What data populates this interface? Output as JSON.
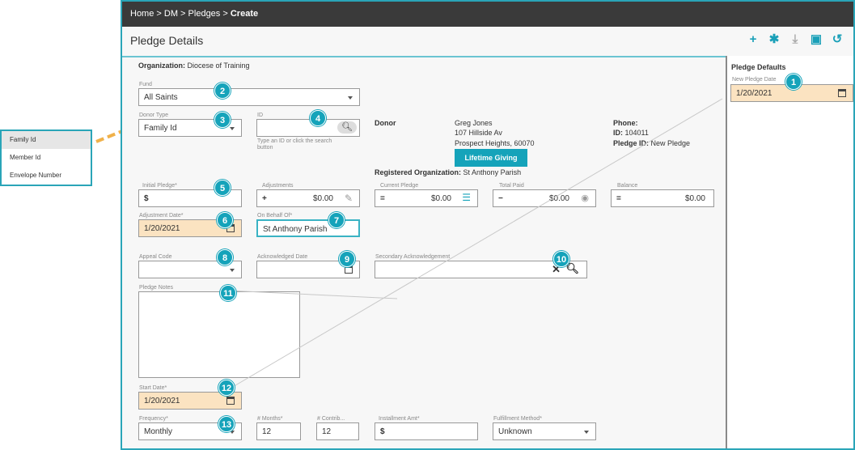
{
  "breadcrumb": {
    "home": "Home",
    "dm": "DM",
    "pledges": "Pledges",
    "create": "Create"
  },
  "page_title": "Pledge Details",
  "toolbar": {
    "add_icon": "plus-icon",
    "settings_icon": "gear-icon",
    "download_icon": "download-icon",
    "save_icon": "save-icon",
    "undo_icon": "undo-icon"
  },
  "organization": {
    "label": "Organization:",
    "value": "Diocese of Training"
  },
  "fund": {
    "label": "Fund",
    "value": "All Saints"
  },
  "donor_type": {
    "label": "Donor Type",
    "value": "Family Id"
  },
  "id_field": {
    "label": "ID",
    "value": "",
    "hint": "Type an ID or click the search button"
  },
  "donor": {
    "label": "Donor",
    "name": "Greg Jones",
    "address1": "107 Hillside Av",
    "address2": "Prospect Heights, 60070",
    "lifetime_button": "Lifetime Giving"
  },
  "phone": {
    "label": "Phone:",
    "value": ""
  },
  "donor_id": {
    "label": "ID:",
    "value": "104011"
  },
  "pledge_id": {
    "label": "Pledge ID:",
    "value": "New Pledge"
  },
  "registered_org": {
    "label": "Registered Organization:",
    "value": "St Anthony Parish"
  },
  "initial_pledge": {
    "label": "Initial Pledge*",
    "prefix": "$",
    "value": ""
  },
  "adjustments": {
    "label": "Adjustments",
    "prefix": "+",
    "value": "$0.00"
  },
  "current_pledge": {
    "label": "Current Pledge",
    "prefix": "=",
    "value": "$0.00"
  },
  "total_paid": {
    "label": "Total Paid",
    "prefix": "−",
    "value": "$0.00"
  },
  "balance": {
    "label": "Balance",
    "prefix": "=",
    "value": "$0.00"
  },
  "adjustment_date": {
    "label": "Adjustment Date*",
    "value": "1/20/2021"
  },
  "on_behalf_of": {
    "label": "On Behalf Of*",
    "value": "St Anthony Parish"
  },
  "appeal_code": {
    "label": "Appeal Code",
    "value": ""
  },
  "acknowledged_date": {
    "label": "Acknowledged Date",
    "value": ""
  },
  "secondary_ack": {
    "label": "Secondary Acknowledgement",
    "value": ""
  },
  "pledge_notes": {
    "label": "Pledge Notes",
    "value": ""
  },
  "start_date": {
    "label": "Start Date*",
    "value": "1/20/2021"
  },
  "frequency": {
    "label": "Frequency*",
    "value": "Monthly"
  },
  "months": {
    "label": "# Months*",
    "value": "12"
  },
  "contrib": {
    "label": "# Contrib...",
    "value": "12"
  },
  "installment": {
    "label": "Installment Amt*",
    "prefix": "$",
    "value": ""
  },
  "fulfillment": {
    "label": "Fulfillment Method*",
    "value": "Unknown"
  },
  "defaults": {
    "title": "Pledge Defaults",
    "new_pledge_date_label": "New Pledge Date",
    "new_pledge_date": "1/20/2021"
  },
  "popup": {
    "items": [
      "Family Id",
      "Member Id",
      "Envelope Number"
    ]
  },
  "callouts": [
    "1",
    "2",
    "3",
    "4",
    "5",
    "6",
    "7",
    "8",
    "9",
    "10",
    "11",
    "12",
    "13"
  ],
  "colors": {
    "accent": "#15a3ba",
    "highlight": "#fbe3c1",
    "header": "#3a3a3a"
  }
}
